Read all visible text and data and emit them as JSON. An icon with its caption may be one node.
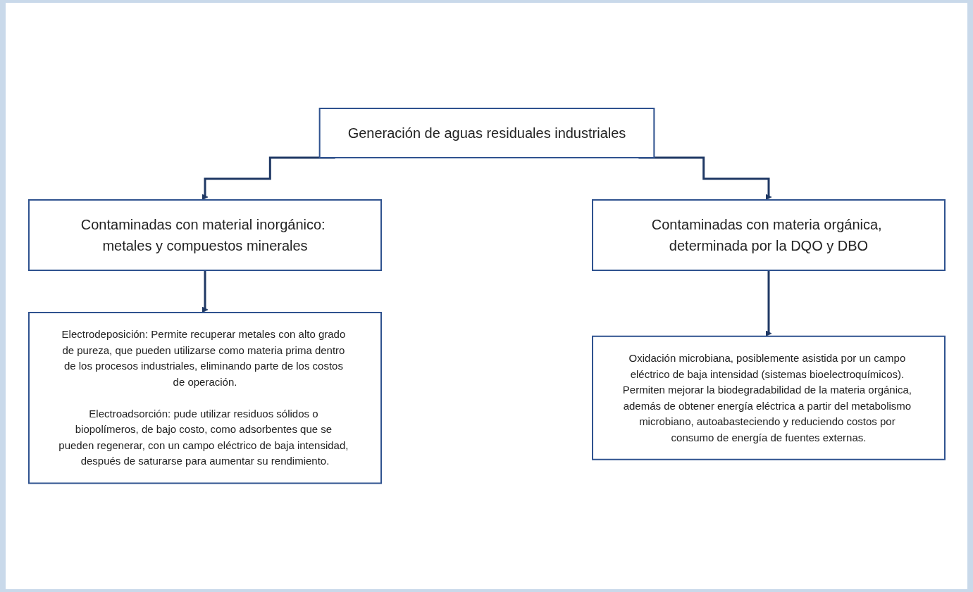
{
  "diagram": {
    "nodes": [
      {
        "text": [
          "Generación de aguas residuales industriales"
        ]
      },
      {
        "text": [
          "Contaminadas con material inorgánico: metales y compuestos minerales"
        ]
      },
      {
        "text": [
          "Contaminadas con materia orgánica, determinada por la DQO y DBO"
        ]
      },
      {
        "text": [
          "Electrodeposición: Permite recuperar metales con alto grado de pureza, que pueden utilizarse como materia prima dentro de los procesos industriales, eliminando parte de los costos de operación.",
          "Electroadsorción: pude utilizar residuos sólidos o biopolímeros, de bajo costo, como adsorbentes que se pueden regenerar, con un campo eléctrico de baja intensidad, después de saturarse para aumentar su rendimiento."
        ]
      },
      {
        "text": [
          "Oxidación microbiana, posiblemente asistida por un campo eléctrico de baja intensidad (sistemas bioelectroquímicos). Permiten mejorar la biodegradabilidad de la materia orgánica, además de obtener energía eléctrica a partir del metabolismo microbiano, autoabasteciendo y reduciendo costos por consumo de energía de fuentes externas."
        ]
      }
    ],
    "edges": [
      {
        "from": 0,
        "to": 1,
        "arrow": "to"
      },
      {
        "from": 0,
        "to": 2,
        "arrow": "to"
      },
      {
        "from": 1,
        "to": 3,
        "arrow": "to"
      },
      {
        "from": 2,
        "to": 4,
        "arrow": "to"
      }
    ]
  }
}
